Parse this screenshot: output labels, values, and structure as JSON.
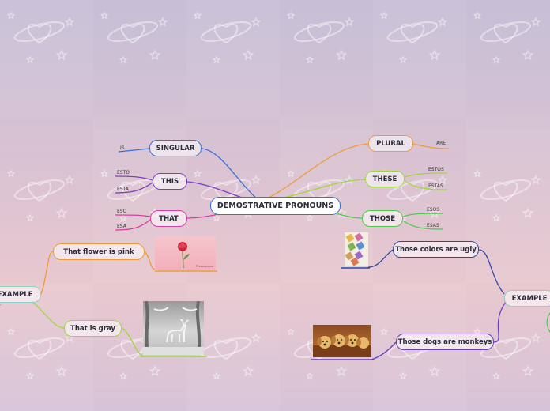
{
  "central": "DEMOSTRATIVE PRONOUNS",
  "left": {
    "singular": {
      "label": "SINGULAR",
      "children": [
        "IS"
      ]
    },
    "this": {
      "label": "THIS",
      "children": [
        "ESTO",
        "ESTA"
      ]
    },
    "that": {
      "label": "THAT",
      "children": [
        "ESO",
        "ESA"
      ]
    },
    "example": {
      "label": "EXAMPLE",
      "items": [
        "That flower is pink",
        "That is gray"
      ]
    }
  },
  "right": {
    "plural": {
      "label": "PLURAL",
      "children": [
        "ARE"
      ]
    },
    "these": {
      "label": "THESE",
      "children": [
        "ESTOS",
        "ESTAS"
      ]
    },
    "those": {
      "label": "THOSE",
      "children": [
        "ESOS",
        "ESAS"
      ]
    },
    "example": {
      "label": "EXAMPLE",
      "items": [
        "Those colors are ugly",
        "Those dogs are monkeys"
      ]
    }
  },
  "image_watermark": "Pixabay.com",
  "colors": {
    "blue": "#3a6fd8",
    "purple": "#7b3fc4",
    "magenta": "#d63fa8",
    "orange": "#f09a3a",
    "lime": "#9ad93a",
    "green": "#4fc94f",
    "teal": "#8fd0c8",
    "navy": "#2d4aa8",
    "violet": "#6a3fb8"
  }
}
